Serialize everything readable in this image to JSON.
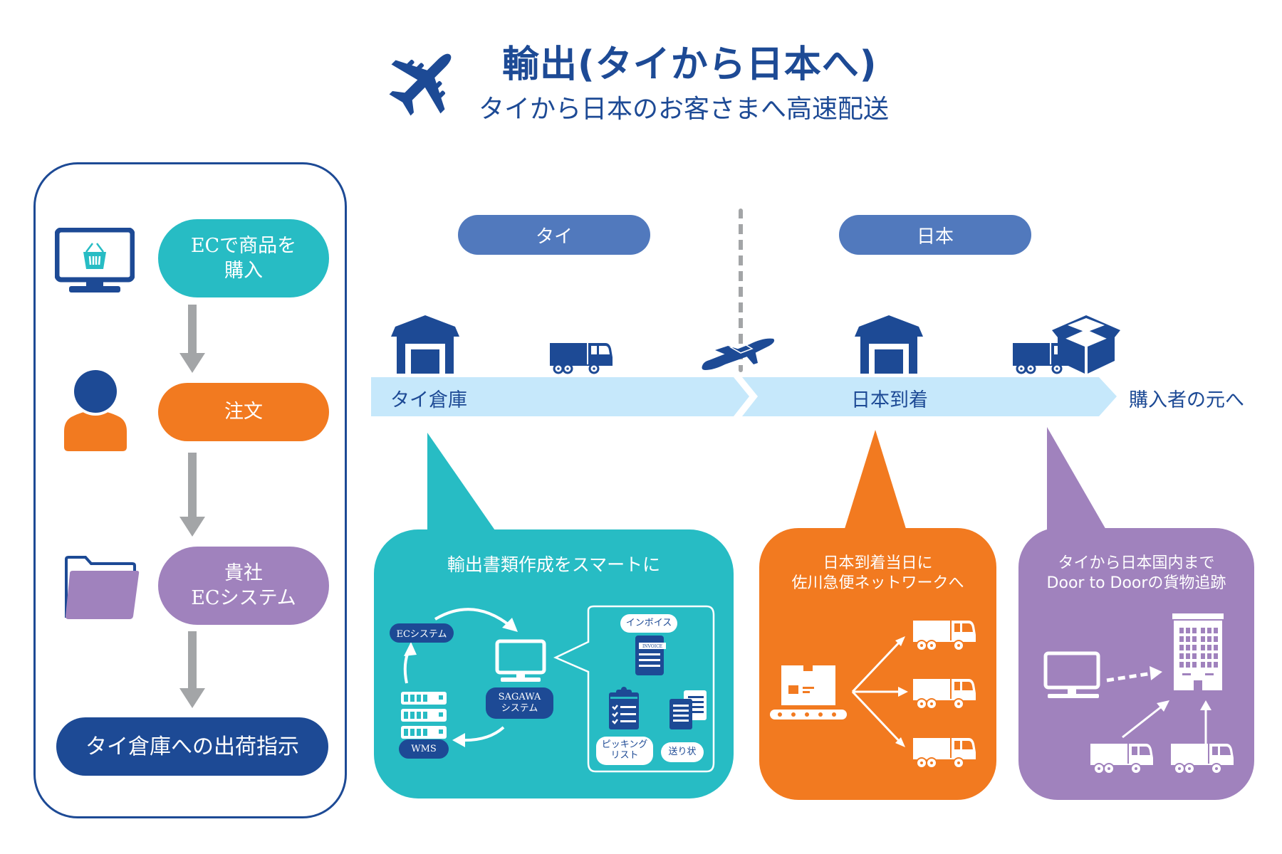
{
  "header": {
    "title": "輸出(タイから日本へ)",
    "subtitle": "タイから日本のお客さまへ高速配送",
    "icon": "airplane-icon"
  },
  "colors": {
    "navy": "#1d4a95",
    "teal": "#27bcc4",
    "orange": "#f27a20",
    "purple": "#a082bd",
    "region_blue": "#5179bd",
    "timeline_light": "#c6e8fb",
    "arrow_gray": "#a3a5a7"
  },
  "left_flow": {
    "steps": [
      {
        "label": "ECで商品を\n購入",
        "icon": "monitor-basket-icon",
        "color": "teal"
      },
      {
        "label": "注文",
        "icon": "person-icon",
        "color": "orange"
      },
      {
        "label": "貴社\nECシステム",
        "icon": "folder-icon",
        "color": "purple"
      },
      {
        "label": "タイ倉庫への出荷指示",
        "color": "navy"
      }
    ]
  },
  "regions": [
    {
      "label": "タイ"
    },
    {
      "label": "日本"
    }
  ],
  "timeline": {
    "stages": [
      {
        "label": "タイ倉庫",
        "icon": "warehouse-icon"
      },
      {
        "label": "日本到着",
        "icon": "warehouse-icon"
      },
      {
        "label": "購入者の元へ",
        "icon": "open-box-icon"
      }
    ],
    "transport_icons": [
      "truck-icon",
      "airplane-takeoff-icon",
      "truck-icon"
    ]
  },
  "callouts": [
    {
      "title": "輸出書類作成をスマートに",
      "color": "teal",
      "cycle": {
        "ec_system": "ECシステム",
        "sagawa": "SAGAWA\nシステム",
        "wms": "WMS"
      },
      "documents": [
        {
          "label": "インボイス",
          "doc_text": "INVOICE"
        },
        {
          "label": "ピッキング\nリスト"
        },
        {
          "label": "送り状"
        }
      ]
    },
    {
      "title": "日本到着当日に\n佐川急便ネットワークへ",
      "color": "orange"
    },
    {
      "title": "タイから日本国内まで\nDoor to Doorの貨物追跡",
      "color": "purple"
    }
  ]
}
